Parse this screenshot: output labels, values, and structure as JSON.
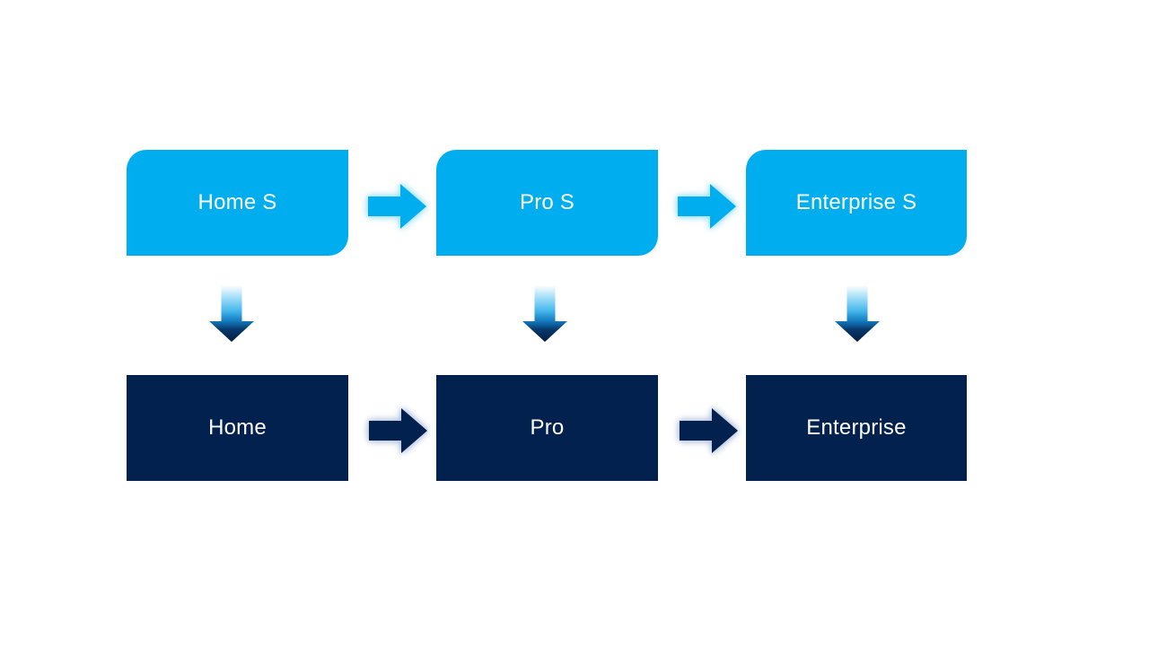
{
  "diagram": {
    "columns": [
      {
        "top": "Home S",
        "bottom": "Home"
      },
      {
        "top": "Pro S",
        "bottom": "Pro"
      },
      {
        "top": "Enterprise S",
        "bottom": "Enterprise"
      }
    ],
    "colors": {
      "background": "#FFFFFF",
      "top_box": "#00AEEF",
      "bottom_box": "#02214F",
      "label_text": "#FFFFFF",
      "top_arrow": "#00AEEF",
      "top_arrow_glow": "#A8E2FA",
      "bottom_arrow": "#02214F",
      "bottom_arrow_glow": "#B6C6DE"
    },
    "down_arrow_gradient": {
      "offsets": [
        0,
        20,
        45,
        63,
        78,
        100
      ],
      "stops": [
        "#FEFEFE",
        "#A9E1F9",
        "#46B7EC",
        "#137CC0",
        "#07396C",
        "#031C42"
      ]
    }
  }
}
